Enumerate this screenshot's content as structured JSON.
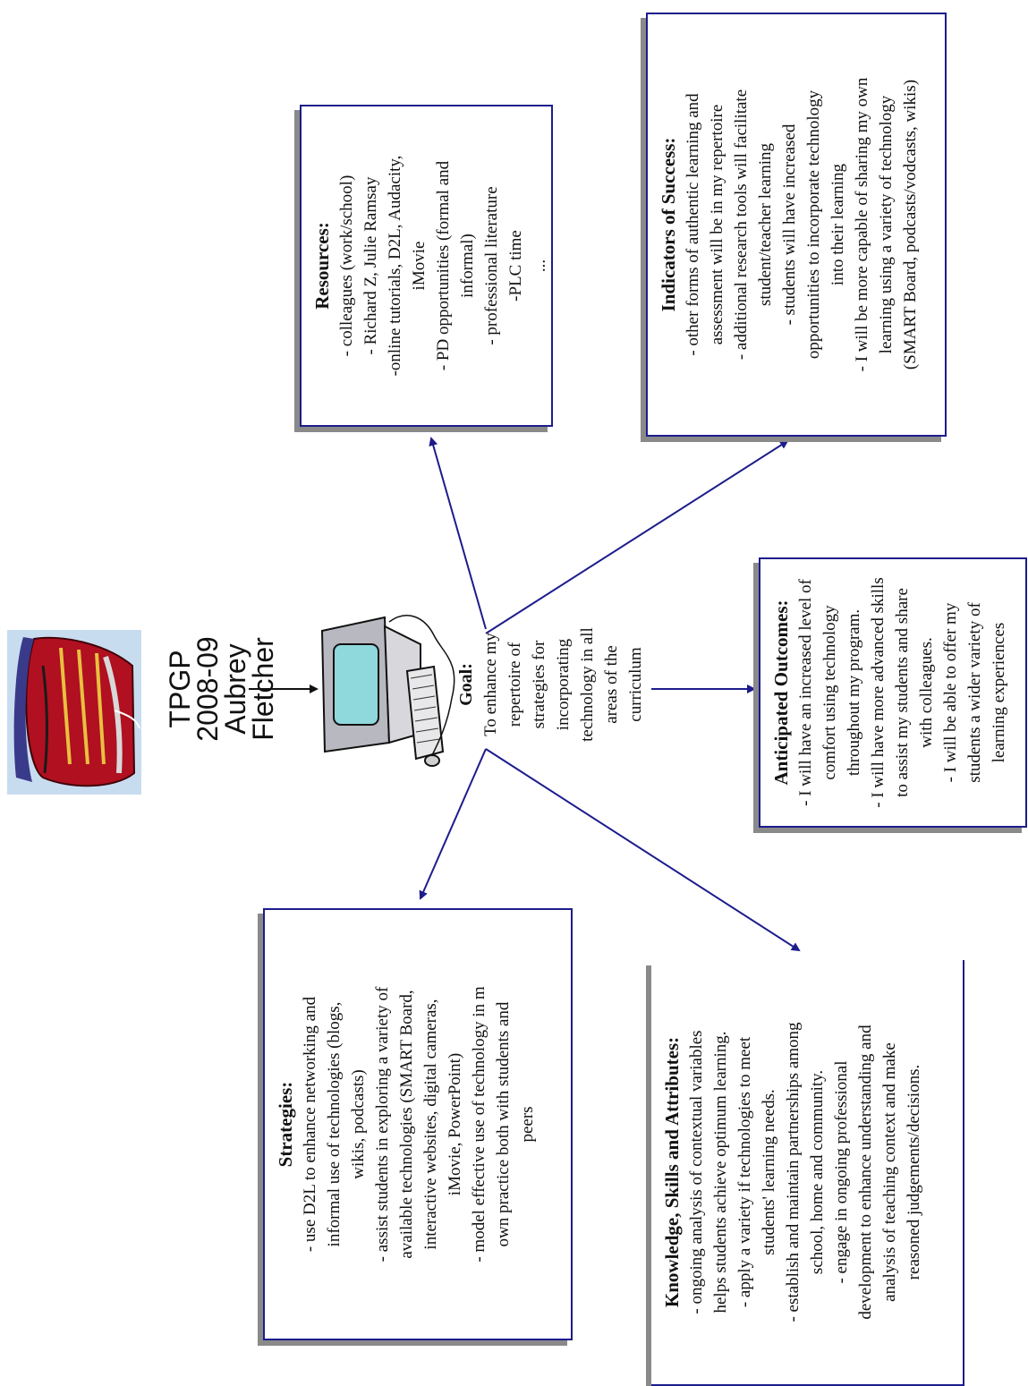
{
  "title": {
    "lines": [
      "TPGP",
      "2008-09",
      "Aubrey",
      "Fletcher"
    ]
  },
  "goal": {
    "heading": "Goal:",
    "lines": [
      "To enhance my",
      "repertoire of",
      "strategies for",
      "incorporating",
      "technology in all",
      "areas of the",
      "curriculum"
    ]
  },
  "boxes": {
    "resources": {
      "heading": "Resources:",
      "lines": [
        "- colleagues (work/school)",
        "- Richard Z, Julie Ramsay",
        "-online tutorials, D2L, Audacity,",
        "iMovie",
        "- PD opportunities (formal and",
        "informal)",
        "- professional literature",
        "-PLC time",
        "..."
      ]
    },
    "indicators": {
      "heading": "Indicators of Success:",
      "lines": [
        "- other forms of authentic learning and",
        "assessment will be in my repertoire",
        "- additional research tools will facilitate",
        "student/teacher learning",
        "- students will have increased",
        "opportunities to incorporate technology",
        "into their learning",
        "- I will be more capable of sharing my own",
        "learning using a variety of technology",
        "(SMART Board, podcasts/vodcasts, wikis)"
      ]
    },
    "outcomes": {
      "heading": "Anticipated Outcomes:",
      "lines": [
        "- I will have an increased level of",
        "comfort using technology",
        "throughout my program.",
        "- I will have more advanced skills",
        "to assist my students and share",
        "with colleagues.",
        "- I will be able to offer my",
        "students a wider variety of",
        "learning experiences"
      ]
    },
    "strategies": {
      "heading": "Strategies:",
      "lines": [
        "- use D2L to enhance networking and",
        "informal use of technologies (blogs,",
        "wikis, podcasts)",
        "- assist students in exploring a variety of",
        "available technologies (SMART Board,",
        "interactive websites, digital cameras,",
        "iMovie, PowerPoint)",
        "- model effective use of technology in m",
        "own practice both with students and",
        "peers"
      ]
    },
    "knowledge": {
      "heading": "Knowledge, Skills and Attributes:",
      "lines": [
        "- ongoing analysis of contextual variables",
        "helps students achieve optimum learning.",
        "- apply a variety if technologies to meet",
        "students' learning needs.",
        "- establish and maintain partnerships among",
        "school, home and community.",
        "- engage in ongoing professional",
        "development to enhance understanding and",
        "analysis of teaching context and make",
        "reasoned judgements/decisions."
      ]
    }
  },
  "colors": {
    "border": "#1c1c8c",
    "arrow": "#1c1c8c",
    "shadow": "#8a8a8a",
    "clipart_bg": "#c8dcf0"
  },
  "icons": [
    "running-shoe-clipart",
    "computer-clipart"
  ]
}
